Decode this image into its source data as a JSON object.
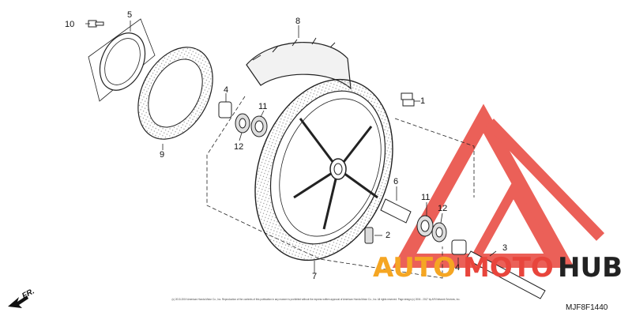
{
  "diagram": {
    "parts": [
      {
        "num": "1"
      },
      {
        "num": "2"
      },
      {
        "num": "3"
      },
      {
        "num": "4"
      },
      {
        "num": "4"
      },
      {
        "num": "5"
      },
      {
        "num": "6"
      },
      {
        "num": "7"
      },
      {
        "num": "8"
      },
      {
        "num": "9"
      },
      {
        "num": "10"
      },
      {
        "num": "11"
      },
      {
        "num": "11"
      },
      {
        "num": "12"
      },
      {
        "num": "12"
      }
    ],
    "diagram_code": "MJF8F1440",
    "front_label": "FR.",
    "copyright": "(c) 2013-2019 American Honda Motor Co., Inc. Reproduction of the contents of this publication in any manner is prohibited without the express written approval of American Honda Motor Co., Inc. All rights reserved. Page design (c) 2004 - 2017 by ARI Network Services, Inc."
  },
  "watermark": {
    "text_a": "AUTO",
    "text_b": "MOTO",
    "text_c": "HUB",
    "colors": {
      "orange": "#f5a623",
      "red": "#e8453c",
      "dark": "#222222"
    }
  }
}
